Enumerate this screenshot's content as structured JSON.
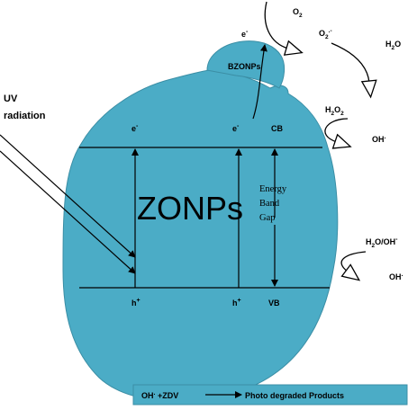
{
  "colors": {
    "particle_fill": "#4BACC6",
    "particle_stroke": "#3B8EA5",
    "line": "#000000",
    "legend_fill": "#4BACC6"
  },
  "labels": {
    "uv_radiation_line1": "UV",
    "uv_radiation_line2": "radiation",
    "particle_name": "ZONPs",
    "bubble_name": "BZONPs",
    "electron_cb_1": "e",
    "electron_cb_2": "e",
    "electron_bubble": "e",
    "electron_superscript": "-",
    "hole_vb_1": "h",
    "hole_vb_2": "h",
    "hole_superscript": "+",
    "cb": "CB",
    "vb": "VB",
    "energy_line1": "Energy",
    "energy_line2": "Band",
    "energy_line3": "Gap",
    "o2": "O",
    "o2_sub": "2",
    "o2_radical": "O",
    "o2_radical_sub": "2",
    "o2_radical_sup": ".-",
    "h2o": "H",
    "h2o_sub": "2",
    "h2o_tail": "O",
    "h2o2": "H",
    "h2o2_sub1": "2",
    "h2o2_mid": "O",
    "h2o2_sub2": "2",
    "oh_radical_1": "OH",
    "oh_radical_1_sup": ".",
    "h2o_oh": "H",
    "h2o_oh_sub": "2",
    "h2o_oh_tail": "O/OH",
    "h2o_oh_sup": "-",
    "oh_radical_2": "OH",
    "oh_radical_2_sup": "."
  },
  "legend": {
    "reactants": "OH",
    "reactants_sup": ".",
    "reactants_tail": " +ZDV",
    "products": "Photo degraded Products"
  }
}
